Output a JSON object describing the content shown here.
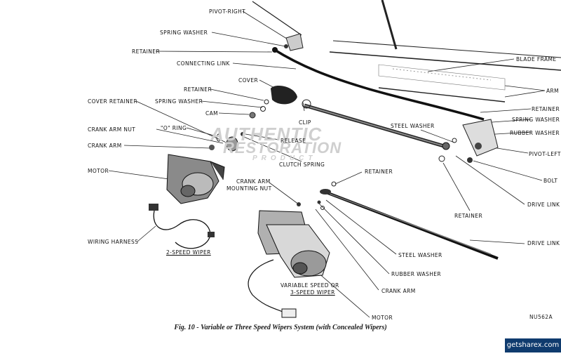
{
  "labels": {
    "pivot_right": "PIVOT-RIGHT",
    "spring_washer_top": "SPRING WASHER",
    "retainer_top": "RETAINER",
    "connecting_link": "CONNECTING LINK",
    "cover": "COVER",
    "retainer_mid": "RETAINER",
    "cover_retainer": "COVER RETAINER",
    "spring_washer_mid": "SPRING WASHER",
    "cam": "CAM",
    "crank_arm_nut": "CRANK ARM NUT",
    "o_ring": "\"O\" RING",
    "crank_arm_left": "CRANK ARM",
    "clip": "CLIP",
    "release": "RELEASE",
    "clutch_spring": "CLUTCH SPRING",
    "motor_left": "MOTOR",
    "crank_arm_mounting_nut_1": "CRANK ARM",
    "crank_arm_mounting_nut_2": "MOUNTING NUT",
    "wiring_harness": "WIRING HARNESS",
    "two_speed_wiper": "2-SPEED WIPER",
    "blade_frame": "BLADE FRAME",
    "arm": "ARM",
    "retainer_right": "RETAINER",
    "spring_washer_right": "SPRING WASHER",
    "steel_washer_top": "STEEL WASHER",
    "rubber_washer_right": "RUBBER WASHER",
    "pivot_left": "PIVOT-LEFT",
    "bolt": "BOLT",
    "retainer_center": "RETAINER",
    "drive_link_1": "DRIVE LINK",
    "retainer_low": "RETAINER",
    "drive_link_2": "DRIVE LINK",
    "steel_washer_low": "STEEL WASHER",
    "rubber_washer_low": "RUBBER WASHER",
    "crank_arm_low": "CRANK ARM",
    "variable_speed_1": "VARIABLE SPEED OR",
    "variable_speed_2": "3-SPEED WIPER",
    "motor_low": "MOTOR"
  },
  "watermark": {
    "line1": "AUTHENTIC",
    "line2": "RESTORATION",
    "line3": "PRODUCT"
  },
  "figure_number": "NU562A",
  "caption": "Fig. 10 - Variable or Three Speed Wipers System (with Concealed Wipers)",
  "site_badge": "getsharex.com"
}
